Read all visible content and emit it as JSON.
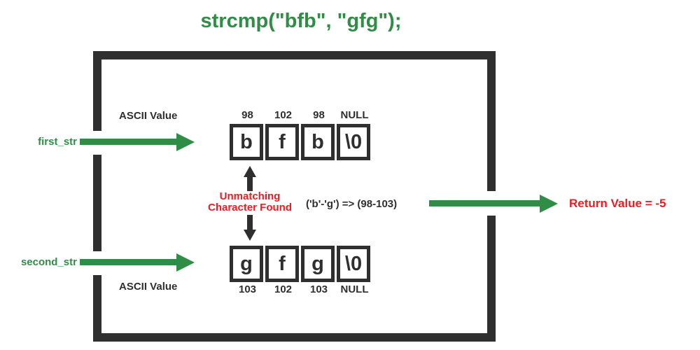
{
  "title": "strcmp(\"bfb\", \"gfg\");",
  "colors": {
    "green": "#2F8D46",
    "red": "#EC1C24",
    "dark": "#2F2F2F"
  },
  "first_array": {
    "pointer_label": "first_str",
    "ascii_label": "ASCII Value",
    "ascii_values": [
      "98",
      "102",
      "98",
      "NULL"
    ],
    "cells": [
      "b",
      "f",
      "b",
      "\\0"
    ]
  },
  "second_array": {
    "pointer_label": "second_str",
    "ascii_label": "ASCII Value",
    "ascii_values": [
      "103",
      "102",
      "103",
      "NULL"
    ],
    "cells": [
      "g",
      "f",
      "g",
      "\\0"
    ]
  },
  "annotations": {
    "unmatching_line1": "Unmatching",
    "unmatching_line2": "Character Found",
    "expression": "('b'-'g') => (98-103)",
    "return_value": "Return Value = -5"
  }
}
